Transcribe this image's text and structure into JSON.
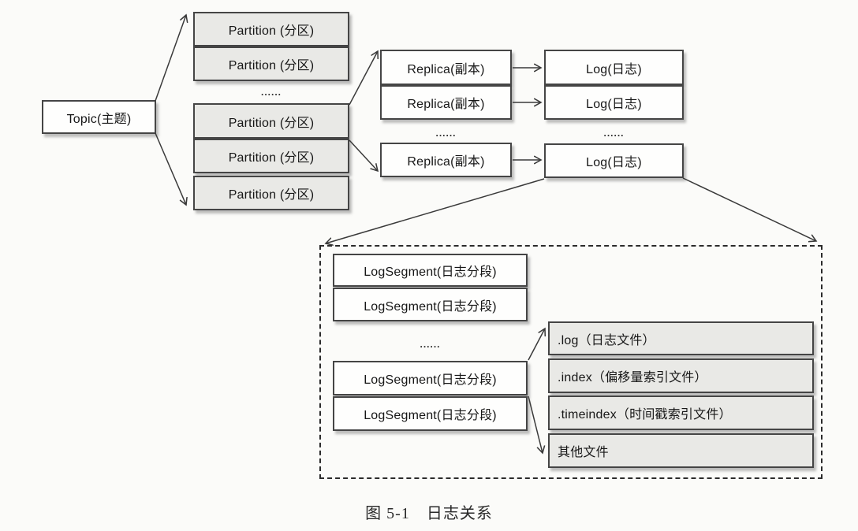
{
  "diagram": {
    "topic": {
      "label": "Topic(主题)"
    },
    "partitions": {
      "labels": [
        "Partition (分区)",
        "Partition (分区)",
        "Partition (分区)",
        "Partition (分区)"
      ],
      "ellipsis": "......"
    },
    "replicas": {
      "labels": [
        "Replica(副本)",
        "Replica(副本)",
        "Replica(副本)"
      ],
      "ellipsis": "......"
    },
    "logs": {
      "labels": [
        "Log(日志)",
        "Log(日志)",
        "Log(日志)"
      ],
      "ellipsis": "......"
    },
    "log_segments": {
      "labels": [
        "LogSegment(日志分段)",
        "LogSegment(日志分段)",
        "LogSegment(日志分段)",
        "LogSegment(日志分段)"
      ],
      "ellipsis": "......"
    },
    "segment_files": {
      "labels": [
        ".log（日志文件）",
        ".index（偏移量索引文件）",
        ".timeindex（时间戳索引文件）",
        "其他文件"
      ]
    },
    "caption": "图 5-1　日志关系",
    "colors": {
      "background": "#fbfbf9",
      "box_border": "#454545",
      "gray_fill": "#e9e9e6",
      "white_fill": "#fefefd",
      "arrow": "#3a3a3a"
    }
  }
}
